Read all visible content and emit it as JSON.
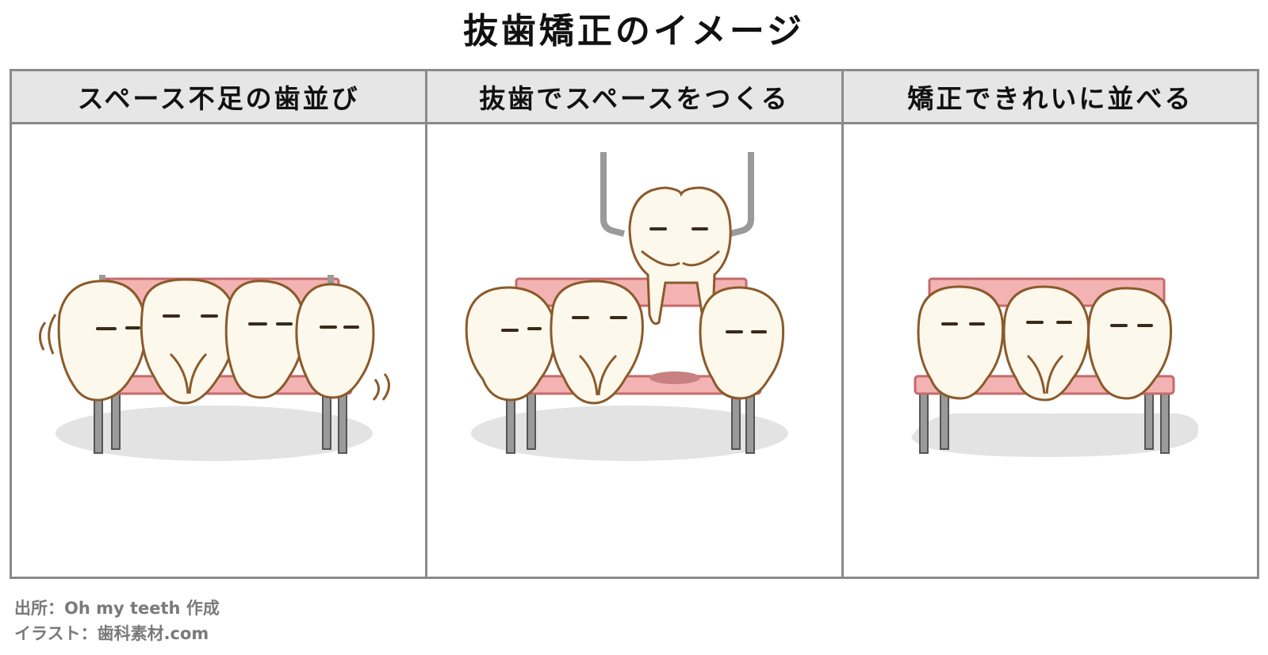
{
  "title": "抜歯矯正のイメージ",
  "panels": [
    {
      "label": "スペース不足の歯並び"
    },
    {
      "label": "抜歯でスペースをつくる"
    },
    {
      "label": "矯正できれいに並べる"
    }
  ],
  "credits": {
    "source": "出所：Oh my teeth 作成",
    "illustration": "イラスト：歯科素材.com"
  },
  "colors": {
    "tooth_fill": "#fdf8ec",
    "tooth_outline": "#8b5a2b",
    "bench_seat": "#f4b3b3",
    "bench_edge": "#c46b6b",
    "bench_leg": "#9a9a9a",
    "shadow": "#e3e3e3",
    "header_bg": "#e6e6e6",
    "border": "#8a8a8a"
  }
}
